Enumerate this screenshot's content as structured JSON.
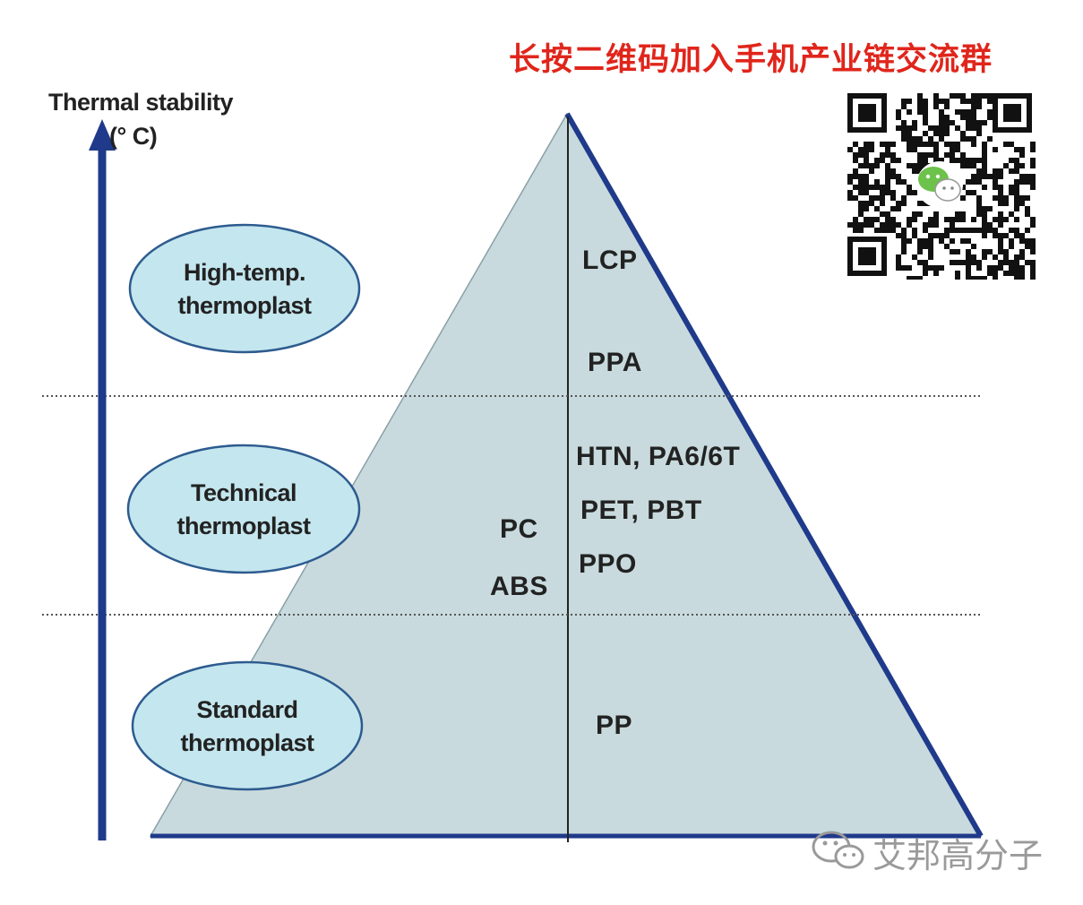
{
  "banner": {
    "text": "长按二维码加入手机产业链交流群",
    "color": "#e0251b"
  },
  "axis": {
    "title_line1": "Thermal stability",
    "title_line2": "(° C)",
    "arrow_color": "#1f3a8a"
  },
  "tiers": [
    {
      "line1": "High-temp.",
      "line2": "thermoplast"
    },
    {
      "line1": "Technical",
      "line2": "thermoplast"
    },
    {
      "line1": "Standard",
      "line2": "thermoplast"
    }
  ],
  "materials": {
    "lcp": "LCP",
    "ppa": "PPA",
    "htn": "HTN, PA6/6T",
    "pet": "PET, PBT",
    "ppo": "PPO",
    "pc": "PC",
    "abs": "ABS",
    "pp": "PP"
  },
  "colors": {
    "pyramid_fill": "#c8dadd",
    "pyramid_edge": "#1f3a8a",
    "ellipse_fill": "#c4e6ee",
    "ellipse_stroke": "#2d5b8f",
    "divider": "#555555"
  },
  "qr": {
    "icon": "wechat-qr-code"
  },
  "watermark": {
    "text": "艾邦高分子",
    "icon": "wechat-icon"
  }
}
